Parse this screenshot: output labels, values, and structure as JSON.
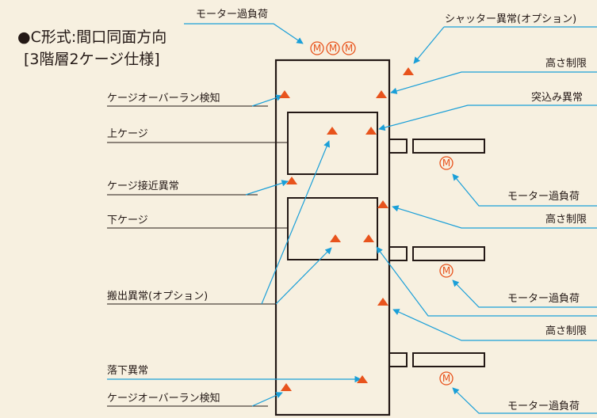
{
  "title": {
    "line1": "●C形式:間口同面方向",
    "line2": "[3階層2ケージ仕様]"
  },
  "labels": {
    "motor_overload_top": "モーター過負荷",
    "cage_overrun_top": "ケージオーバーラン検知",
    "upper_cage": "上ケージ",
    "cage_approach": "ケージ接近異常",
    "lower_cage": "下ケージ",
    "unload_error": "搬出異常(オプション)",
    "fall_error": "落下異常",
    "cage_overrun_bottom": "ケージオーバーラン検知",
    "shutter_error": "シャッター異常(オプション)",
    "height_limit_1": "高さ制限",
    "protrusion_error": "突込み異常",
    "motor_overload_1": "モーター過負荷",
    "height_limit_2": "高さ制限",
    "motor_overload_2": "モーター過負荷",
    "height_limit_3": "高さ制限",
    "motor_overload_3": "モーター過負荷"
  },
  "motor_symbol": "M",
  "colors": {
    "background": "#f7f0e0",
    "sensor": "#e8531c",
    "motor": "#e8531c",
    "leader_line": "#1a9fd8",
    "frame": "#231815"
  }
}
